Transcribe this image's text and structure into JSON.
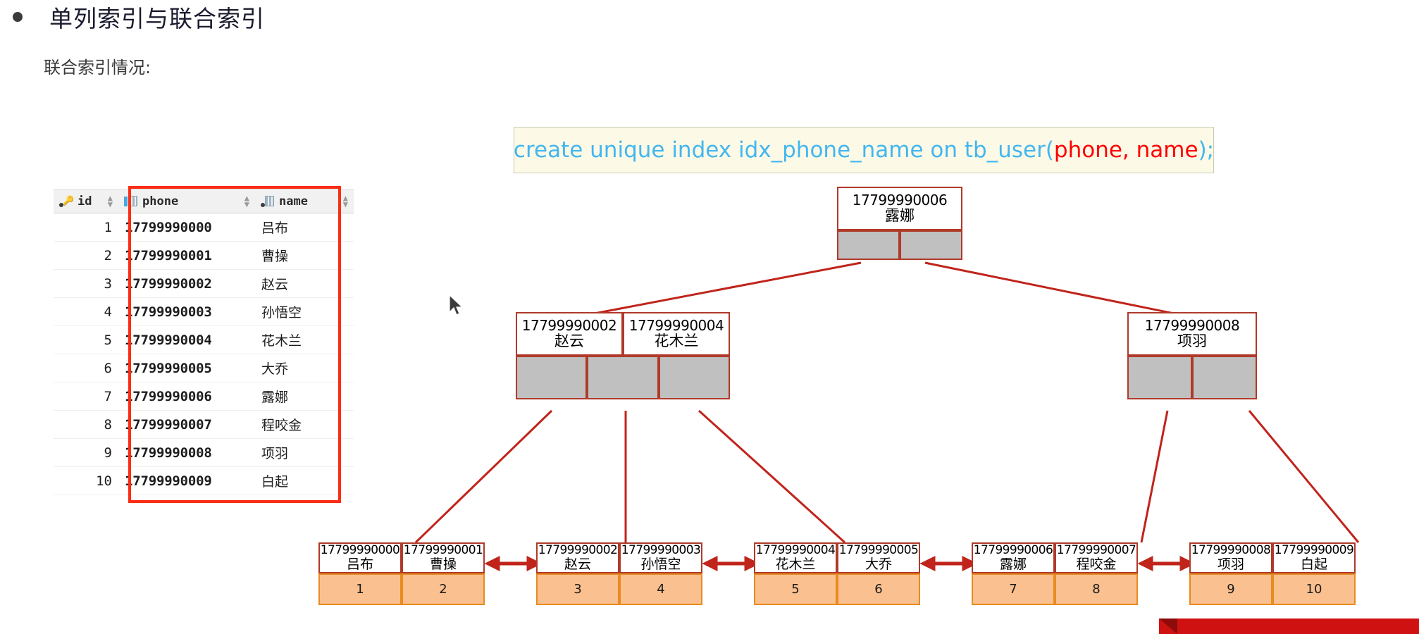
{
  "slide": {
    "bullet_title": "单列索引与联合索引",
    "sub_label": "联合索引情况:"
  },
  "sql": {
    "prefix": "create unique index idx_phone_name on tb_user(",
    "highlight": "phone, name",
    "suffix": ");",
    "text_color": "#43b6f0",
    "highlight_color": "#ff0000",
    "box_bg": "#fcfae6"
  },
  "grid": {
    "columns": [
      {
        "label": "id",
        "icon": "key-column-icon"
      },
      {
        "label": "phone",
        "icon": "indexed-column-icon"
      },
      {
        "label": "name",
        "icon": "indexed-column-icon"
      }
    ],
    "rows": [
      {
        "id": "1",
        "phone": "17799990000",
        "name": "吕布"
      },
      {
        "id": "2",
        "phone": "17799990001",
        "name": "曹操"
      },
      {
        "id": "3",
        "phone": "17799990002",
        "name": "赵云"
      },
      {
        "id": "4",
        "phone": "17799990003",
        "name": "孙悟空"
      },
      {
        "id": "5",
        "phone": "17799990004",
        "name": "花木兰"
      },
      {
        "id": "6",
        "phone": "17799990005",
        "name": "大乔"
      },
      {
        "id": "7",
        "phone": "17799990006",
        "name": "露娜"
      },
      {
        "id": "8",
        "phone": "17799990007",
        "name": "程咬金"
      },
      {
        "id": "9",
        "phone": "17799990008",
        "name": "项羽"
      },
      {
        "id": "10",
        "phone": "17799990009",
        "name": "白起"
      }
    ],
    "highlight_color": "#fb2d14"
  },
  "tree": {
    "root": {
      "keys": [
        {
          "phone": "17799990006",
          "name": "露娜"
        }
      ],
      "pointers": 2
    },
    "internal": [
      {
        "keys": [
          {
            "phone": "17799990002",
            "name": "赵云"
          },
          {
            "phone": "17799990004",
            "name": "花木兰"
          }
        ],
        "pointers": 3
      },
      {
        "keys": [
          {
            "phone": "17799990008",
            "name": "项羽"
          }
        ],
        "pointers": 2
      }
    ],
    "leaves": [
      {
        "entries": [
          {
            "phone": "17799990000",
            "name": "吕布",
            "id": "1"
          },
          {
            "phone": "17799990001",
            "name": "曹操",
            "id": "2"
          }
        ]
      },
      {
        "entries": [
          {
            "phone": "17799990002",
            "name": "赵云",
            "id": "3"
          },
          {
            "phone": "17799990003",
            "name": "孙悟空",
            "id": "4"
          }
        ]
      },
      {
        "entries": [
          {
            "phone": "17799990004",
            "name": "花木兰",
            "id": "5"
          },
          {
            "phone": "17799990005",
            "name": "大乔",
            "id": "6"
          }
        ]
      },
      {
        "entries": [
          {
            "phone": "17799990006",
            "name": "露娜",
            "id": "7"
          },
          {
            "phone": "17799990007",
            "name": "程咬金",
            "id": "8"
          }
        ]
      },
      {
        "entries": [
          {
            "phone": "17799990008",
            "name": "项羽",
            "id": "9"
          },
          {
            "phone": "17799990009",
            "name": "白起",
            "id": "10"
          }
        ]
      }
    ],
    "node_border_color": "#b03a2a",
    "pointer_fill": "#c0c0c0",
    "leaf_value_fill": "#fac08f",
    "leaf_value_border": "#e98b20",
    "connector_color": "#c0241b"
  },
  "banner": {
    "text": "",
    "color": "#cf1111"
  }
}
